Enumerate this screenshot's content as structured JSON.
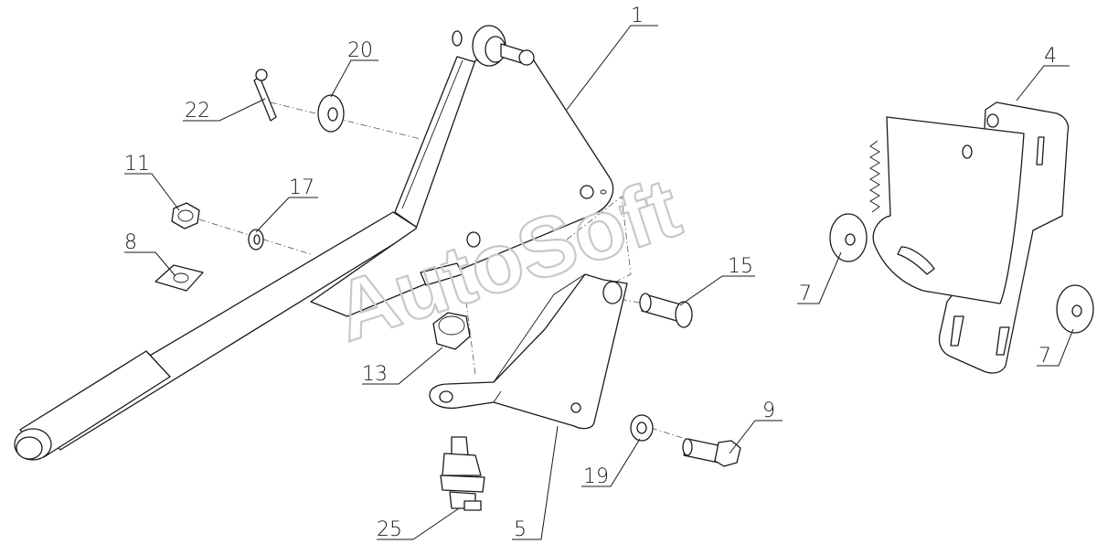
{
  "watermark": "AutoSoft",
  "callouts": [
    {
      "id": "c1",
      "label": "1"
    },
    {
      "id": "c4",
      "label": "4"
    },
    {
      "id": "c5",
      "label": "5"
    },
    {
      "id": "c7a",
      "label": "7"
    },
    {
      "id": "c7b",
      "label": "7"
    },
    {
      "id": "c8",
      "label": "8"
    },
    {
      "id": "c9",
      "label": "9"
    },
    {
      "id": "c11",
      "label": "11"
    },
    {
      "id": "c13",
      "label": "13"
    },
    {
      "id": "c15",
      "label": "15"
    },
    {
      "id": "c17",
      "label": "17"
    },
    {
      "id": "c19",
      "label": "19"
    },
    {
      "id": "c20",
      "label": "20"
    },
    {
      "id": "c22",
      "label": "22"
    },
    {
      "id": "c25",
      "label": "25"
    }
  ]
}
